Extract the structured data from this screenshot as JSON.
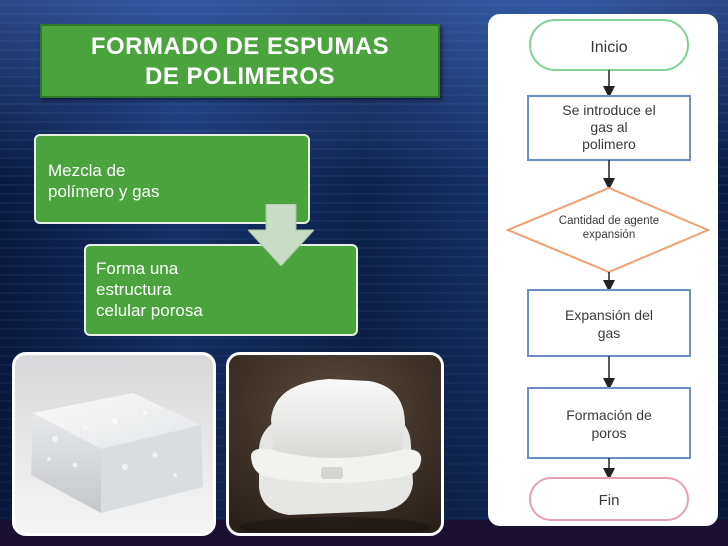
{
  "title": {
    "line1": "FORMADO DE ESPUMAS",
    "line2": "DE POLIMEROS"
  },
  "process": {
    "step1": [
      "Mezcla de",
      "polímero y gas"
    ],
    "step2": [
      "Forma una",
      "estructura",
      "celular porosa"
    ]
  },
  "flowchart": {
    "inicio": "Inicio",
    "step1": [
      "Se introduce el",
      "gas al",
      "polimero"
    ],
    "decision": [
      "Cantidad de agente",
      "expansión"
    ],
    "step2": [
      "Expansión del",
      "gas"
    ],
    "step3": [
      "Formación de",
      "poros"
    ],
    "fin": "Fin"
  },
  "colors": {
    "green": "#4aa33d",
    "terminal_border": "#7fd29a",
    "process_border": "#6d8fc9",
    "decision_border": "#f0a070"
  }
}
